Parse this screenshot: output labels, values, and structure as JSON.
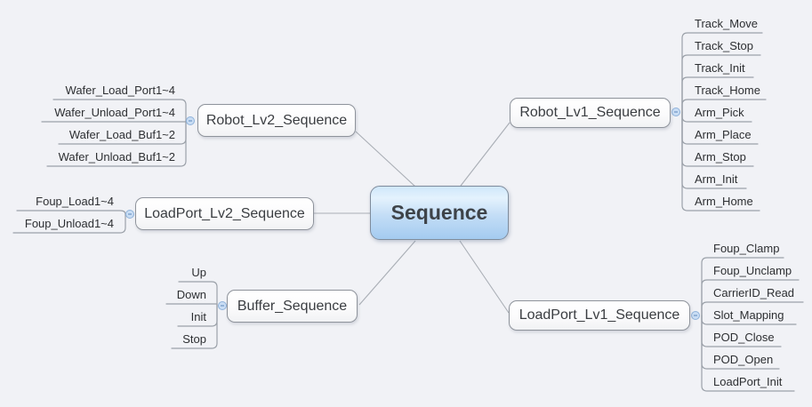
{
  "root": {
    "label": "Sequence"
  },
  "branches": [
    {
      "id": "robot_lv2",
      "label": "Robot_Lv2_Sequence",
      "side": "left",
      "children": [
        "Wafer_Load_Port1~4",
        "Wafer_Unload_Port1~4",
        "Wafer_Load_Buf1~2",
        "Wafer_Unload_Buf1~2"
      ]
    },
    {
      "id": "robot_lv1",
      "label": "Robot_Lv1_Sequence",
      "side": "right",
      "children": [
        "Track_Move",
        "Track_Stop",
        "Track_Init",
        "Track_Home",
        "Arm_Pick",
        "Arm_Place",
        "Arm_Stop",
        "Arm_Init",
        "Arm_Home"
      ]
    },
    {
      "id": "loadport_lv2",
      "label": "LoadPort_Lv2_Sequence",
      "side": "left",
      "children": [
        "Foup_Load1~4",
        "Foup_Unload1~4"
      ]
    },
    {
      "id": "buffer",
      "label": "Buffer_Sequence",
      "side": "left",
      "children": [
        "Up",
        "Down",
        "Init",
        "Stop"
      ]
    },
    {
      "id": "loadport_lv1",
      "label": "LoadPort_Lv1_Sequence",
      "side": "right",
      "children": [
        "Foup_Clamp",
        "Foup_Unclamp",
        "CarrierID_Read",
        "Slot_Mapping",
        "POD_Close",
        "POD_Open",
        "LoadPort_Init"
      ]
    }
  ],
  "colors": {
    "background": "#f1f2f6",
    "branch_line": "#a9aeb5",
    "subtopic_line": "#9ba1a9",
    "root_fill_top": "#cfe7fa",
    "root_fill_bottom": "#a4cbf0",
    "topic_border": "#8e939b",
    "collapse_toggle_fill": "#c9ddf4",
    "collapse_toggle_border": "#8fb2da"
  }
}
